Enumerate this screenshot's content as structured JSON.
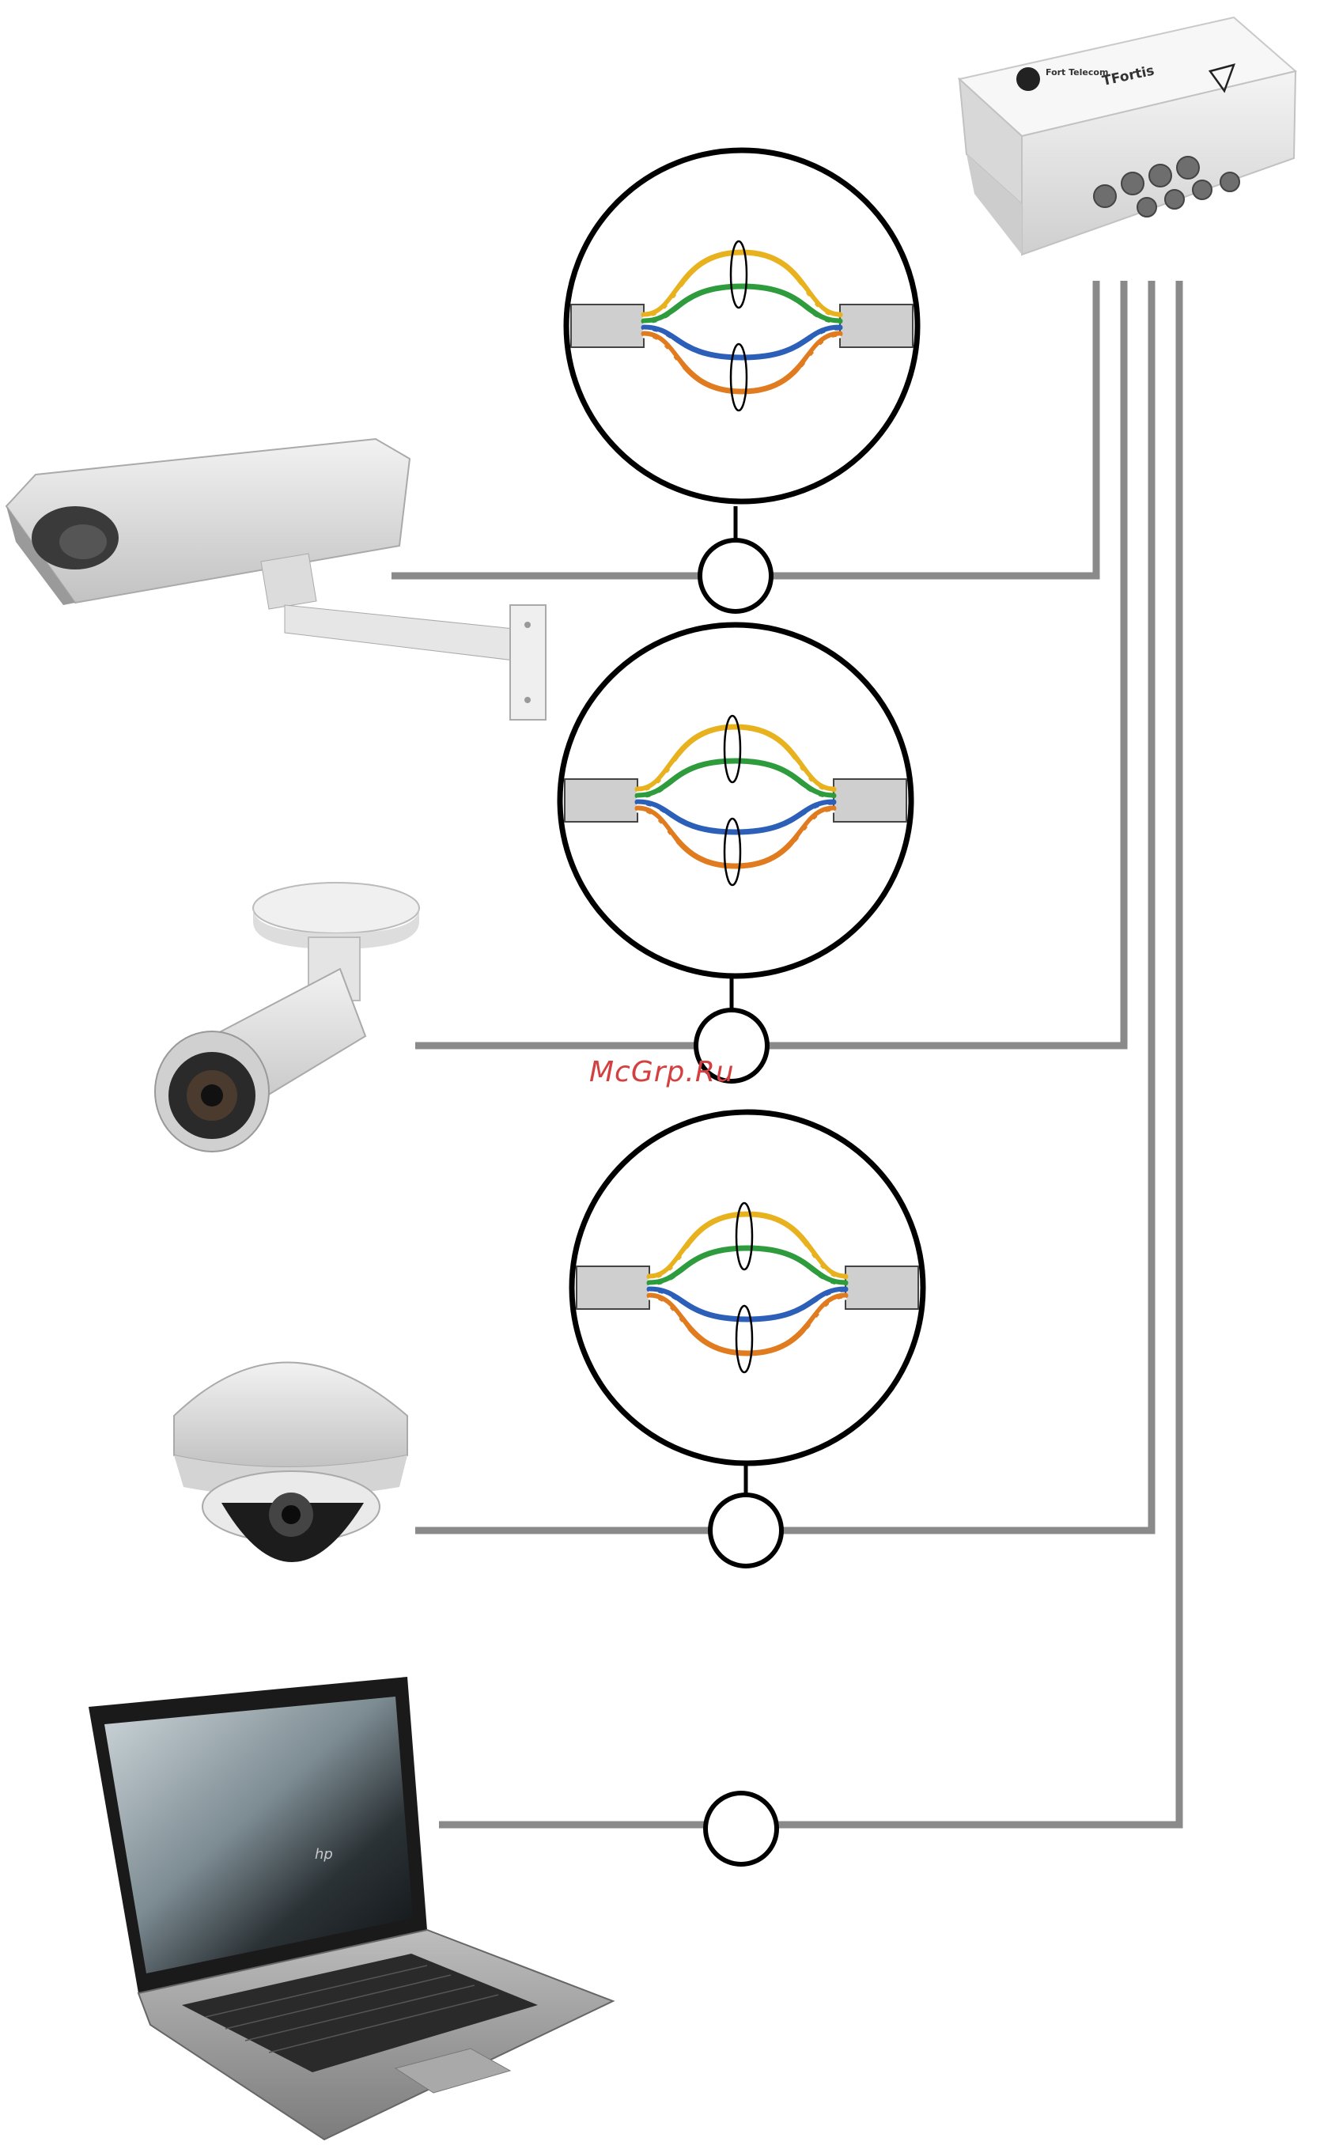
{
  "watermark": "McGrp.Ru",
  "junction_box": {
    "brand": "TFortis",
    "logo_text": "Fort Telecom"
  },
  "laptop": {
    "logo_text": "hp"
  },
  "colors": {
    "line": "#8a8a8a",
    "cable_jacket": "#cfcfcf",
    "pair_orange": "#e07b1f",
    "pair_blue": "#2c5fb8",
    "pair_green": "#2e9b3c",
    "pair_yellow": "#e8b21f",
    "circle_stroke": "#000000"
  },
  "devices": [
    {
      "id": "box-camera",
      "icon": "box-camera-with-housing-icon"
    },
    {
      "id": "bullet-camera",
      "icon": "bullet-camera-icon"
    },
    {
      "id": "dome-camera",
      "icon": "dome-camera-icon"
    },
    {
      "id": "laptop",
      "icon": "laptop-icon"
    }
  ],
  "splices": [
    {
      "id": "splice-1",
      "icon": "twisted-pair-splice-icon"
    },
    {
      "id": "splice-2",
      "icon": "twisted-pair-splice-icon"
    },
    {
      "id": "splice-3",
      "icon": "twisted-pair-splice-icon"
    }
  ]
}
